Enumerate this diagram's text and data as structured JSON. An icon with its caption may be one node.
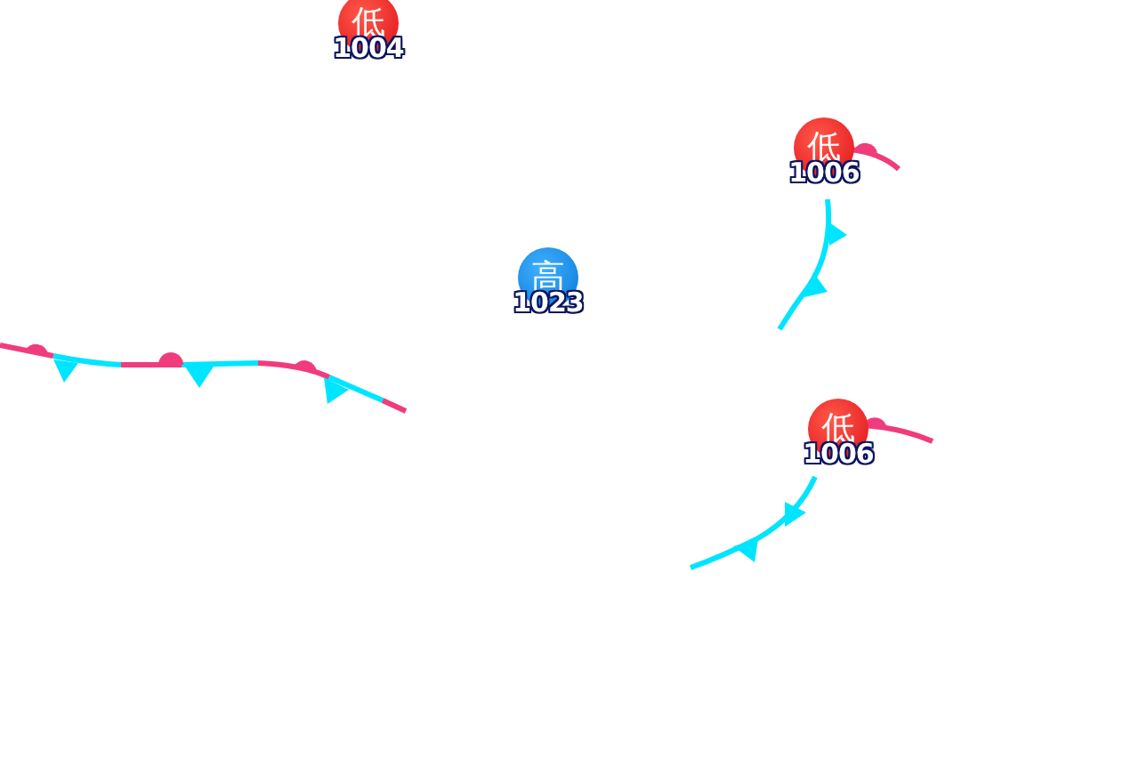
{
  "diagram": {
    "nodes": [
      {
        "text": [
          "低",
          "1004"
        ]
      },
      {
        "text": [
          "低",
          "1006"
        ]
      },
      {
        "text": [
          "高",
          "1023"
        ]
      },
      {
        "text": [
          "低",
          "1006"
        ]
      }
    ]
  }
}
